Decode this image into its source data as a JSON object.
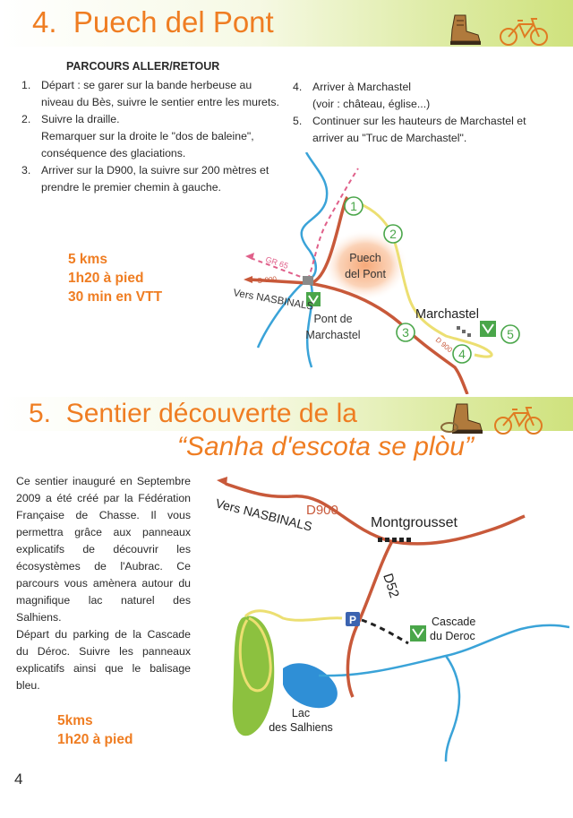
{
  "section4": {
    "number": "4.",
    "title": "Puech del Pont",
    "parcours_label": "PARCOURS ALLER/RETOUR",
    "steps_left": [
      {
        "num": "1.",
        "text": "Départ : se garer sur la bande herbeuse au niveau du Bès, suivre le sentier entre les murets."
      },
      {
        "num": "2.",
        "text": "Suivre la draille.",
        "extra": "Remarquer sur la droite le \"dos de baleine\", conséquence des glaciations."
      },
      {
        "num": "3.",
        "text": "Arriver sur la D900, la suivre sur 200 mètres et prendre le premier chemin à gauche."
      }
    ],
    "steps_right": [
      {
        "num": "4.",
        "text": "Arriver à Marchastel",
        "extra": "(voir : château, église...)"
      },
      {
        "num": "5.",
        "text": "Continuer sur les hauteurs de Marchastel et arriver au \"Truc de Marchastel\"."
      }
    ],
    "stats": [
      "5 kms",
      "1h20 à pied",
      "30 min en VTT"
    ],
    "map": {
      "gr65": "GR 65",
      "d900": "D 900",
      "vers": "Vers NASBINALS",
      "puech": "Puech del Pont",
      "pont_line1": "Pont de",
      "pont_line2": "Marchastel",
      "marchastel": "Marchastel",
      "markers": [
        "1",
        "2",
        "3",
        "4",
        "5"
      ]
    }
  },
  "section5": {
    "number": "5.",
    "title_line1": "Sentier découverte de la",
    "title_line2": "“Sanha d'escota se plòu”",
    "paragraph1": "Ce sentier inauguré en Septembre 2009 a été créé par la Fédération Française de Chasse. Il vous permettra grâce aux panneaux explicatifs de découvrir les écosystèmes de l'Aubrac. Ce parcours vous amènera autour du magnifique lac naturel des Salhiens.",
    "paragraph2": "Départ du parking de la Cascade du Déroc. Suivre les panneaux explicatifs ainsi que le balisage bleu.",
    "stats": [
      "5kms",
      "1h20 à pied"
    ],
    "map": {
      "vers": "Vers NASBINALS",
      "d900": "D900",
      "montgrousset": "Montgrousset",
      "d52": "D52",
      "parking": "P",
      "cascade_line1": "Cascade",
      "cascade_line2": "du Deroc",
      "lac_line1": "Lac",
      "lac_line2": "des Salhiens"
    }
  },
  "page_number": "4",
  "icons": [
    "hiking-boot-icon",
    "bicycle-icon"
  ],
  "colors": {
    "orange": "#ef7d22",
    "band_green": "#cfe27d",
    "road": "#c8593a",
    "trail_yellow": "#ecdf72",
    "river": "#3aa3d8",
    "green_area": "#8cc13f"
  }
}
